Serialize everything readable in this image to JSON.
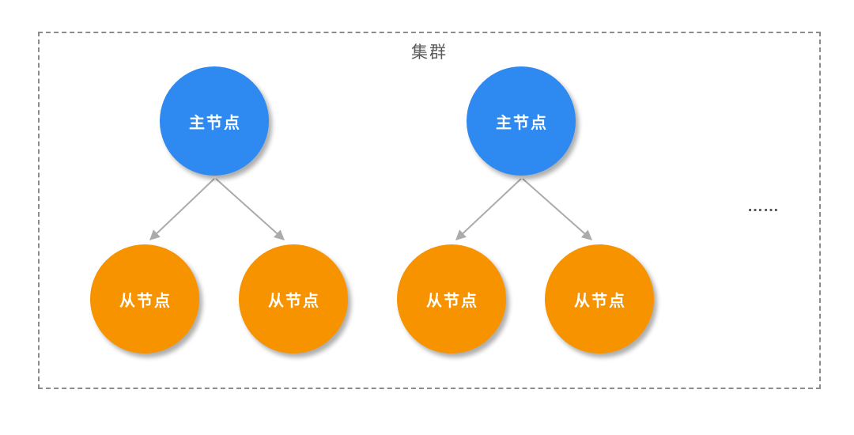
{
  "diagram": {
    "title": "集群",
    "ellipsis": "……",
    "colors": {
      "master_node": "#2E89F0",
      "slave_node": "#F89300",
      "arrow": "#ABABAB",
      "boundary_border": "#8C8C8C",
      "title_text": "#595959",
      "node_text": "#FFFFFF"
    },
    "nodes": {
      "masters": [
        {
          "id": "master-1",
          "label": "主节点"
        },
        {
          "id": "master-2",
          "label": "主节点"
        }
      ],
      "slaves": [
        {
          "id": "slave-1",
          "label": "从节点"
        },
        {
          "id": "slave-2",
          "label": "从节点"
        },
        {
          "id": "slave-3",
          "label": "从节点"
        },
        {
          "id": "slave-4",
          "label": "从节点"
        }
      ]
    },
    "edges": [
      {
        "from": "master-1",
        "to": "slave-1"
      },
      {
        "from": "master-1",
        "to": "slave-2"
      },
      {
        "from": "master-2",
        "to": "slave-3"
      },
      {
        "from": "master-2",
        "to": "slave-4"
      }
    ]
  }
}
